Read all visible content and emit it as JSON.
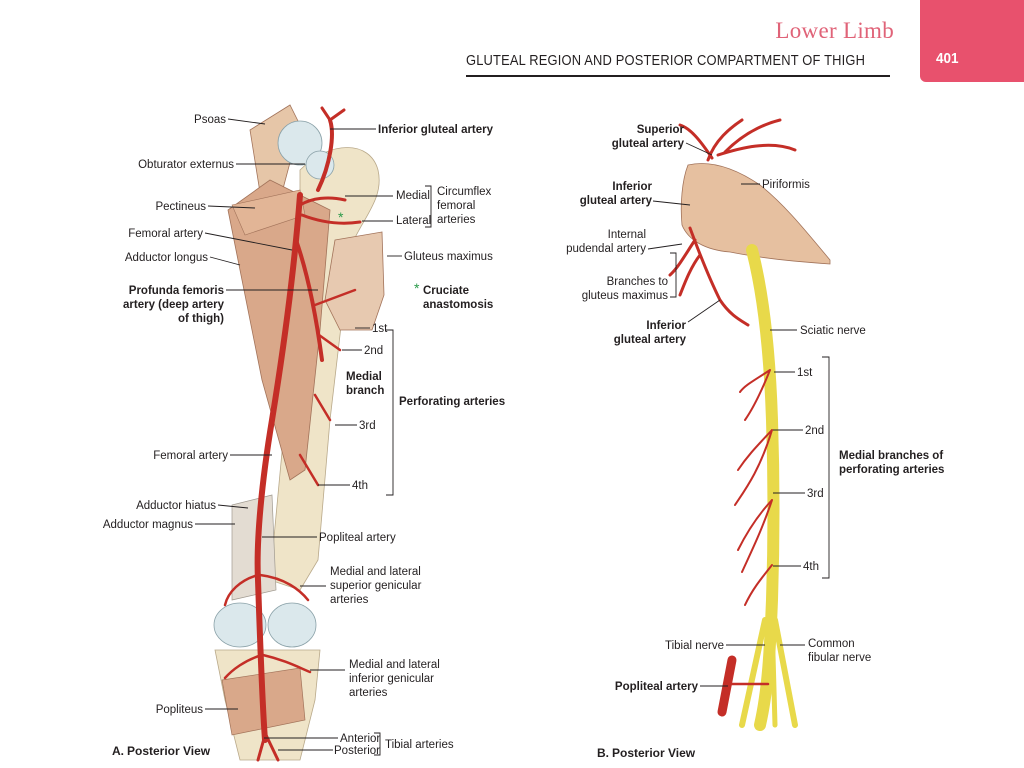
{
  "header": {
    "section": "Lower Limb",
    "title": "GLUTEAL REGION AND POSTERIOR COMPARTMENT OF THIGH",
    "page_number": "401"
  },
  "colors": {
    "accent": "#e8516d",
    "artery": "#c42e27",
    "nerve": "#e8d94a",
    "bone": "#efe4c8",
    "muscle": "#d9a88a"
  },
  "figA": {
    "caption_letter": "A.",
    "caption_text": "Posterior View",
    "labels": {
      "psoas": "Psoas",
      "inferior_gluteal_artery": "Inferior gluteal artery",
      "obturator_externus": "Obturator externus",
      "medial": "Medial",
      "circumflex_1": "Circumflex",
      "circumflex_2": "femoral",
      "circumflex_3": "arteries",
      "pectineus": "Pectineus",
      "lateral": "Lateral",
      "femoral_artery_1": "Femoral artery",
      "gluteus_maximus": "Gluteus maximus",
      "adductor_longus": "Adductor longus",
      "cruciate_star": "*",
      "cruciate_1": "Cruciate",
      "cruciate_2": "anastomosis",
      "profunda_1": "Profunda femoris",
      "profunda_2": "artery (deep artery",
      "profunda_3": "of thigh)",
      "first": "1st",
      "second": "2nd",
      "medial_branch_1": "Medial",
      "medial_branch_2": "branch",
      "perforating": "Perforating arteries",
      "third": "3rd",
      "femoral_artery_2": "Femoral artery",
      "fourth": "4th",
      "adductor_hiatus": "Adductor hiatus",
      "adductor_magnus": "Adductor magnus",
      "popliteal_artery": "Popliteal artery",
      "sup_genicular_1": "Medial and lateral",
      "sup_genicular_2": "superior genicular",
      "sup_genicular_3": "arteries",
      "inf_genicular_1": "Medial and lateral",
      "inf_genicular_2": "inferior genicular",
      "inf_genicular_3": "arteries",
      "popliteus": "Popliteus",
      "anterior": "Anterior",
      "posterior": "Posterior",
      "tibial_arteries": "Tibial arteries"
    }
  },
  "figB": {
    "caption_letter": "B.",
    "caption_text": "Posterior View",
    "labels": {
      "superior_gluteal_1": "Superior",
      "superior_gluteal_2": "gluteal artery",
      "piriformis": "Piriformis",
      "inferior_gluteal_a_1": "Inferior",
      "inferior_gluteal_a_2": "gluteal artery",
      "internal_pudendal_1": "Internal",
      "internal_pudendal_2": "pudendal artery",
      "branches_1": "Branches to",
      "branches_2": "gluteus maximus",
      "inferior_gluteal_b_1": "Inferior",
      "inferior_gluteal_b_2": "gluteal artery",
      "sciatic_nerve": "Sciatic nerve",
      "first": "1st",
      "second": "2nd",
      "medial_branches_1": "Medial branches of",
      "medial_branches_2": "perforating arteries",
      "third": "3rd",
      "fourth": "4th",
      "tibial_nerve": "Tibial nerve",
      "common_fibular_1": "Common",
      "common_fibular_2": "fibular nerve",
      "popliteal_artery": "Popliteal artery"
    }
  }
}
